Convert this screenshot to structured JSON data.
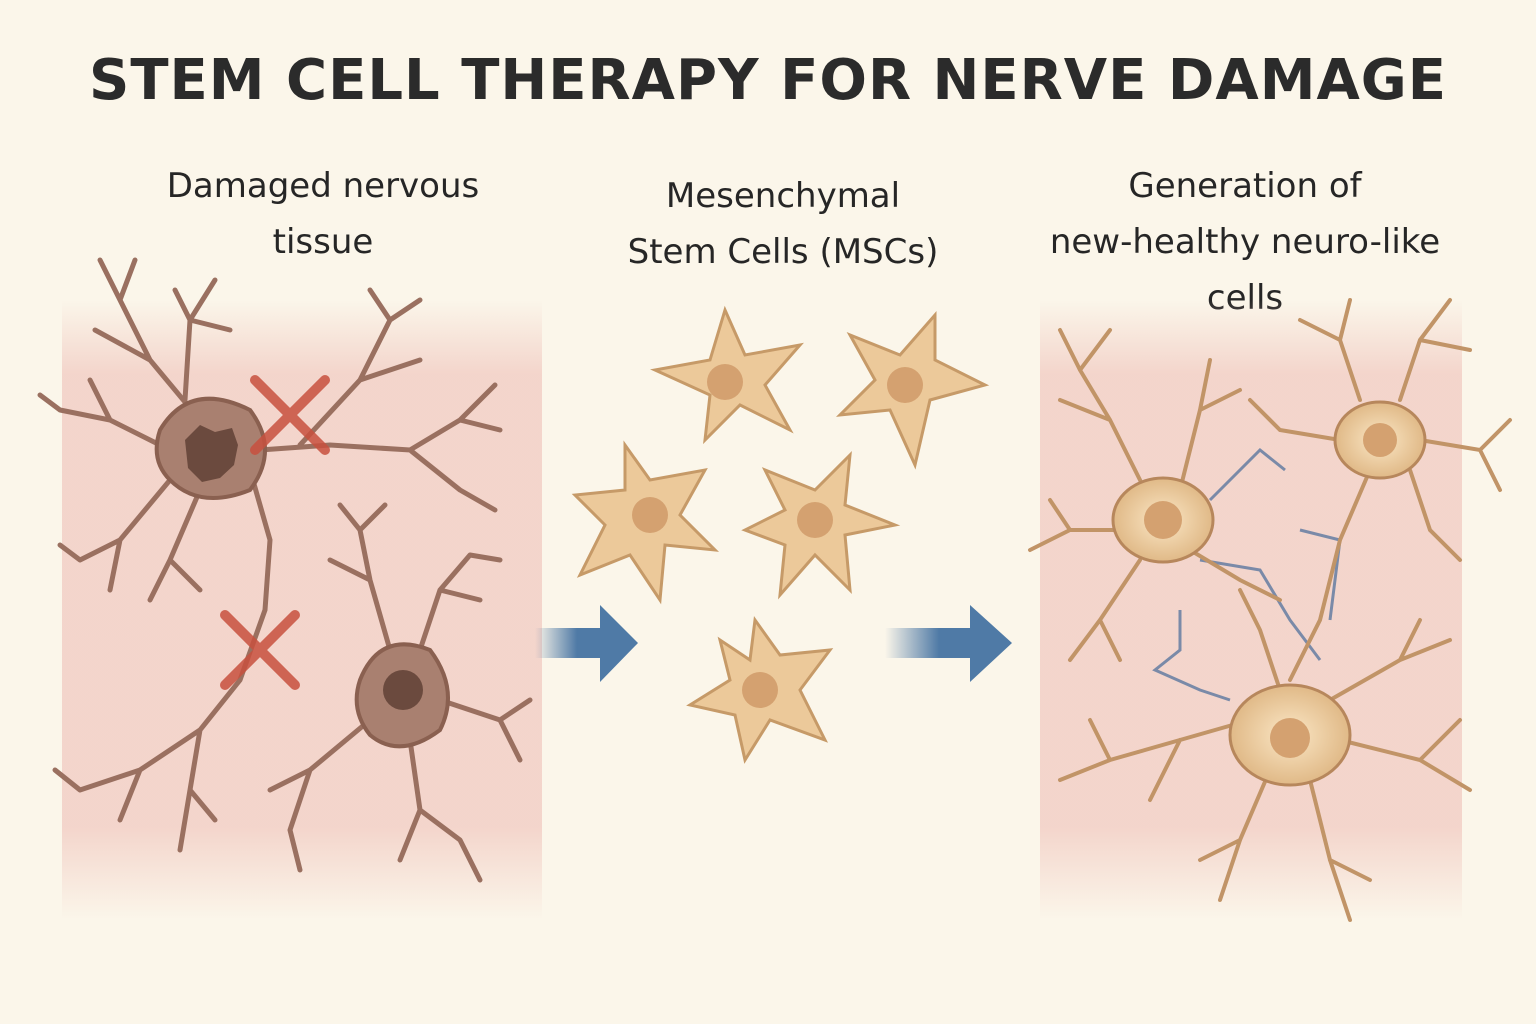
{
  "title": "STEM CELL THERAPY FOR NERVE DAMAGE",
  "panels": [
    {
      "label_lines": [
        "Damaged nervous",
        "tissue"
      ]
    },
    {
      "label_lines": [
        "Mesenchymal",
        "Stem Cells (MSCs)"
      ]
    },
    {
      "label_lines": [
        "Generation of",
        "new-healthy neuro-like",
        "cells"
      ]
    }
  ],
  "colors": {
    "background": "#fbf6ea",
    "tissue": "#f2cfc6",
    "damaged_neuron": "#9a7060",
    "damaged_nucleus": "#6b4a3e",
    "damage_mark": "#c8513f",
    "stem_cell": "#ecc99a",
    "stem_nucleus": "#d4a170",
    "healthy_neuron": "#e0b987",
    "healthy_outline": "#b7875c",
    "arrow": "#4f7aa6",
    "connection": "#7a8aa8"
  },
  "icons": [
    "damage-x-icon",
    "right-arrow-icon"
  ]
}
